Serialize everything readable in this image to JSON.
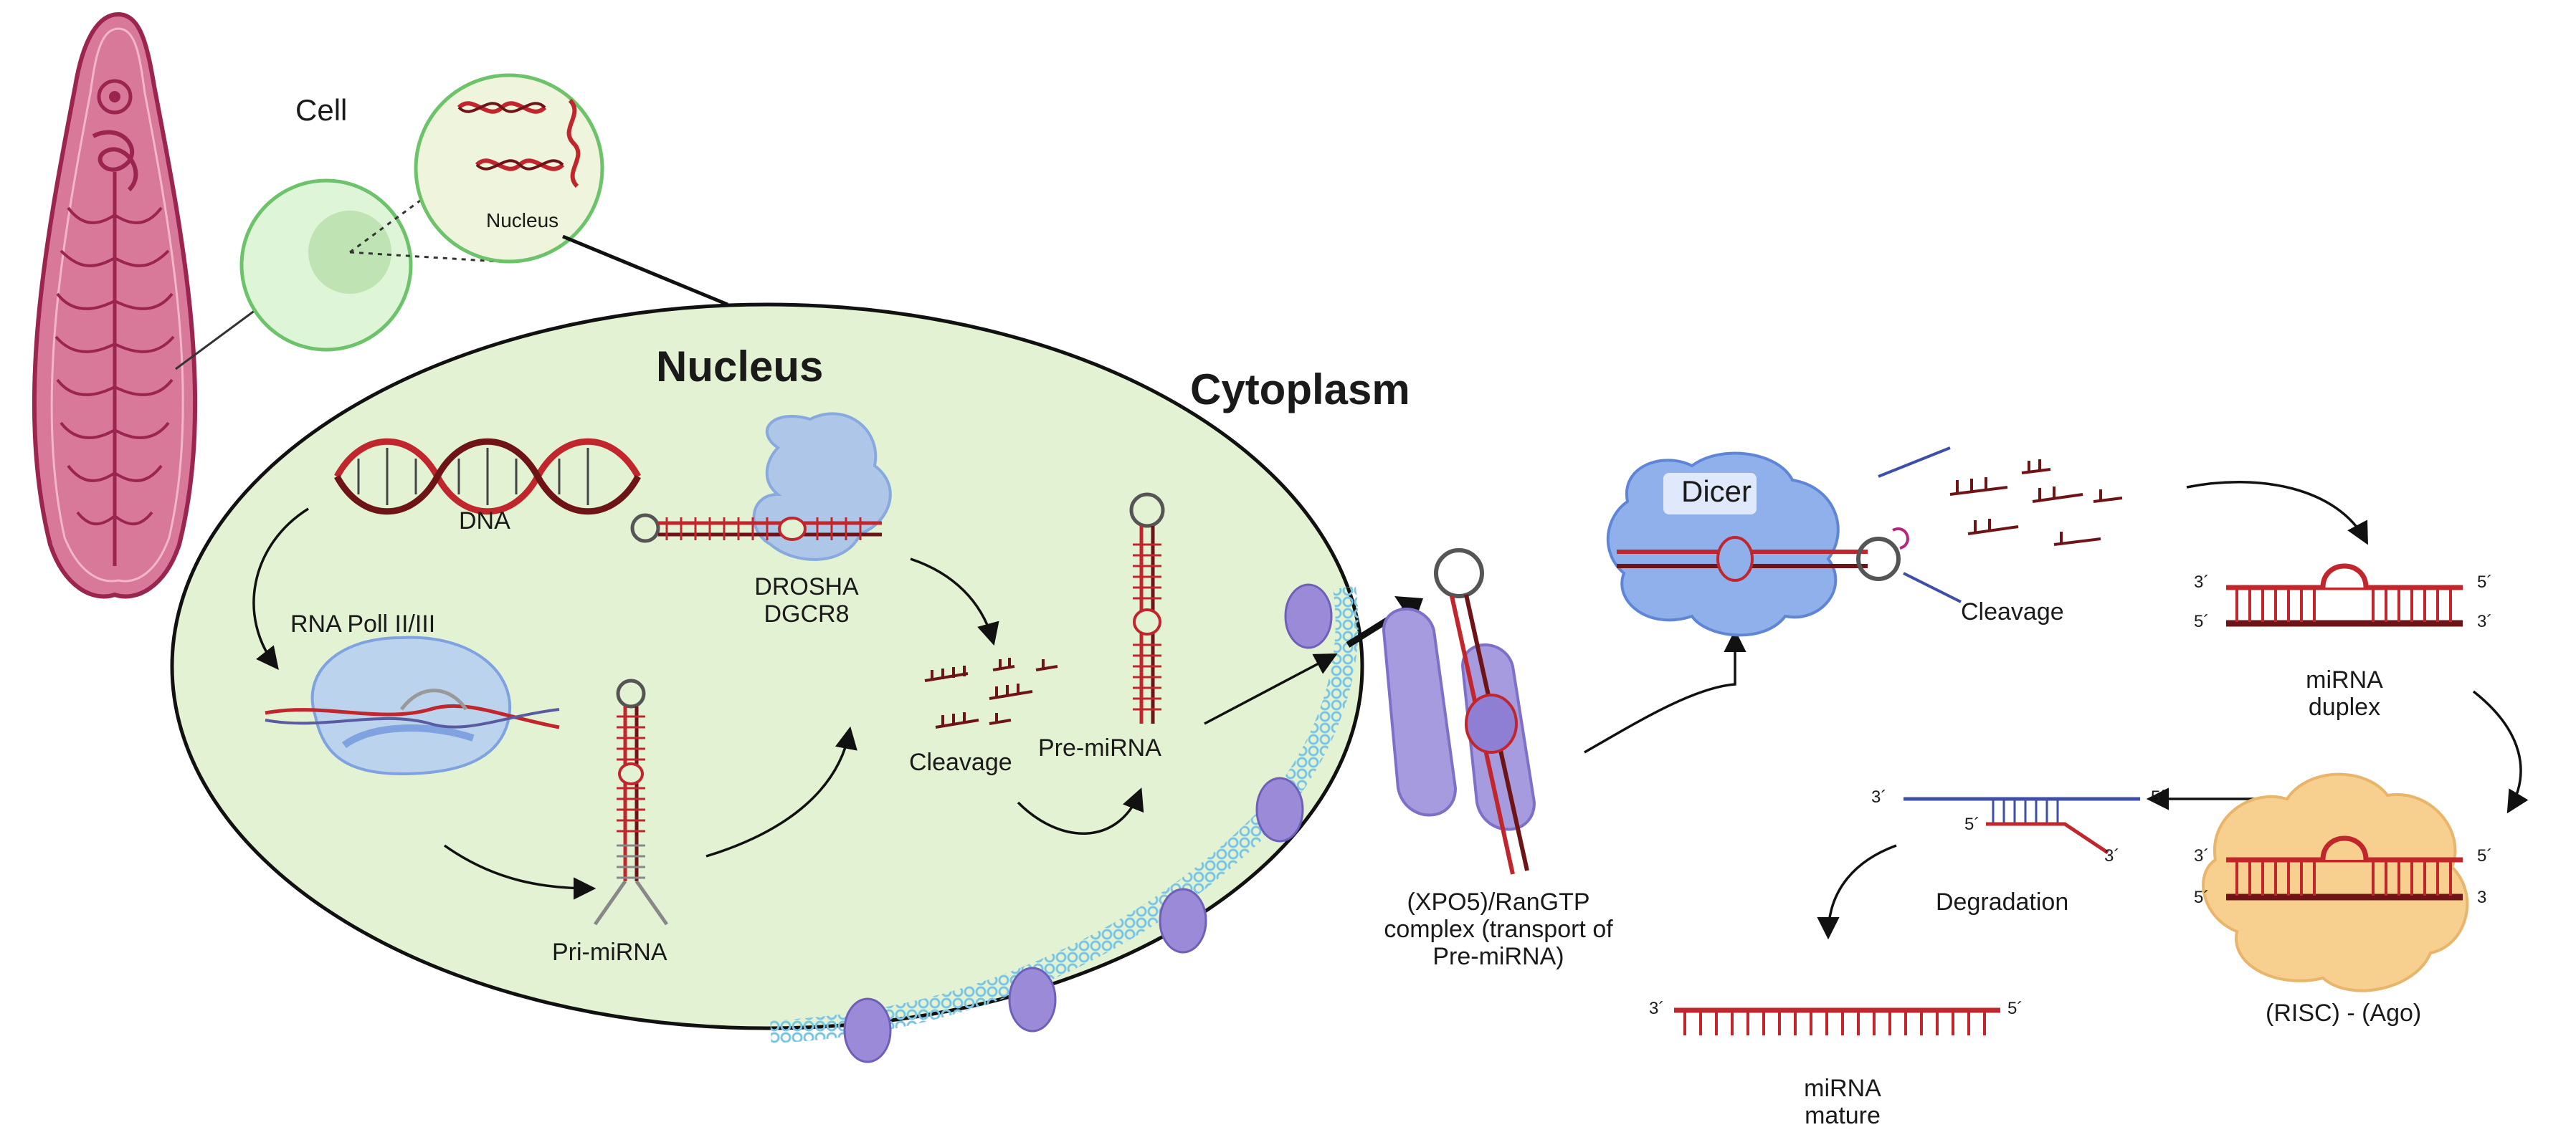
{
  "labels": {
    "cell": "Cell",
    "nucleus_inset": "Nucleus",
    "nucleus": "Nucleus",
    "cytoplasm": "Cytoplasm",
    "dna": "DNA",
    "rna_pol": "RNA Poll II/III",
    "pri_mirna": "Pri-miRNA",
    "drosha": "DROSHA\nDGCR8",
    "cleavage_nucleus": "Cleavage",
    "pre_mirna": "Pre-miRNA",
    "xpo5": "(XPO5)/RanGTP\ncomplex (transport of\nPre-miRNA)",
    "dicer": "Dicer",
    "cleavage_cyto": "Cleavage",
    "mirna_duplex": "miRNA\nduplex",
    "risc": "(RISC) - (Ago)",
    "degradation": "Degradation",
    "mirna_mature": "miRNA\nmature"
  },
  "ends": {
    "duplex_top_left": "3´",
    "duplex_top_right": "5´",
    "duplex_bot_left": "5´",
    "duplex_bot_right": "3´",
    "risc_top_left": "3´",
    "risc_top_right": "5´",
    "risc_bot_left": "5´",
    "risc_bot_right": "3",
    "deg_left": "3´",
    "deg_right": "5´",
    "deg_inner_left": "5´",
    "deg_inner_right": "3´",
    "mature_left": "3´",
    "mature_right": "5´"
  },
  "colors": {
    "nucleus_fill": "#e3f2d3",
    "cell_fill": "#dff5d8",
    "membrane": "#8fd0e8",
    "pore": "#9b8ad8",
    "rna_red": "#c0262c",
    "rna_dark": "#6e1416",
    "worm": "#c94f75",
    "dicer": "#7fa2e0",
    "risc": "#f7cf8f"
  }
}
